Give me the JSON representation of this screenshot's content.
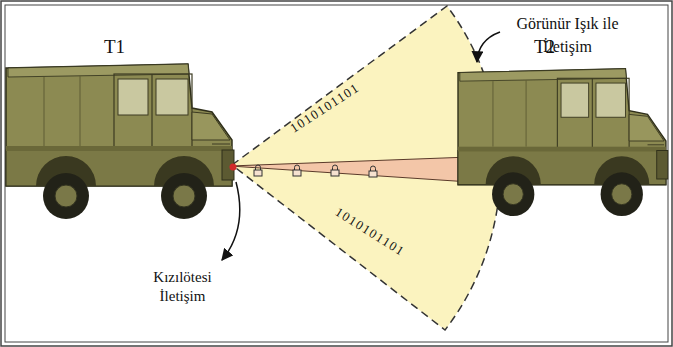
{
  "diagram": {
    "labels": [
      "T1",
      "T2",
      "Görünür Işık ile İletişim",
      "Kızılötesi İletişim",
      "1010101101",
      "1010101101"
    ]
  }
}
